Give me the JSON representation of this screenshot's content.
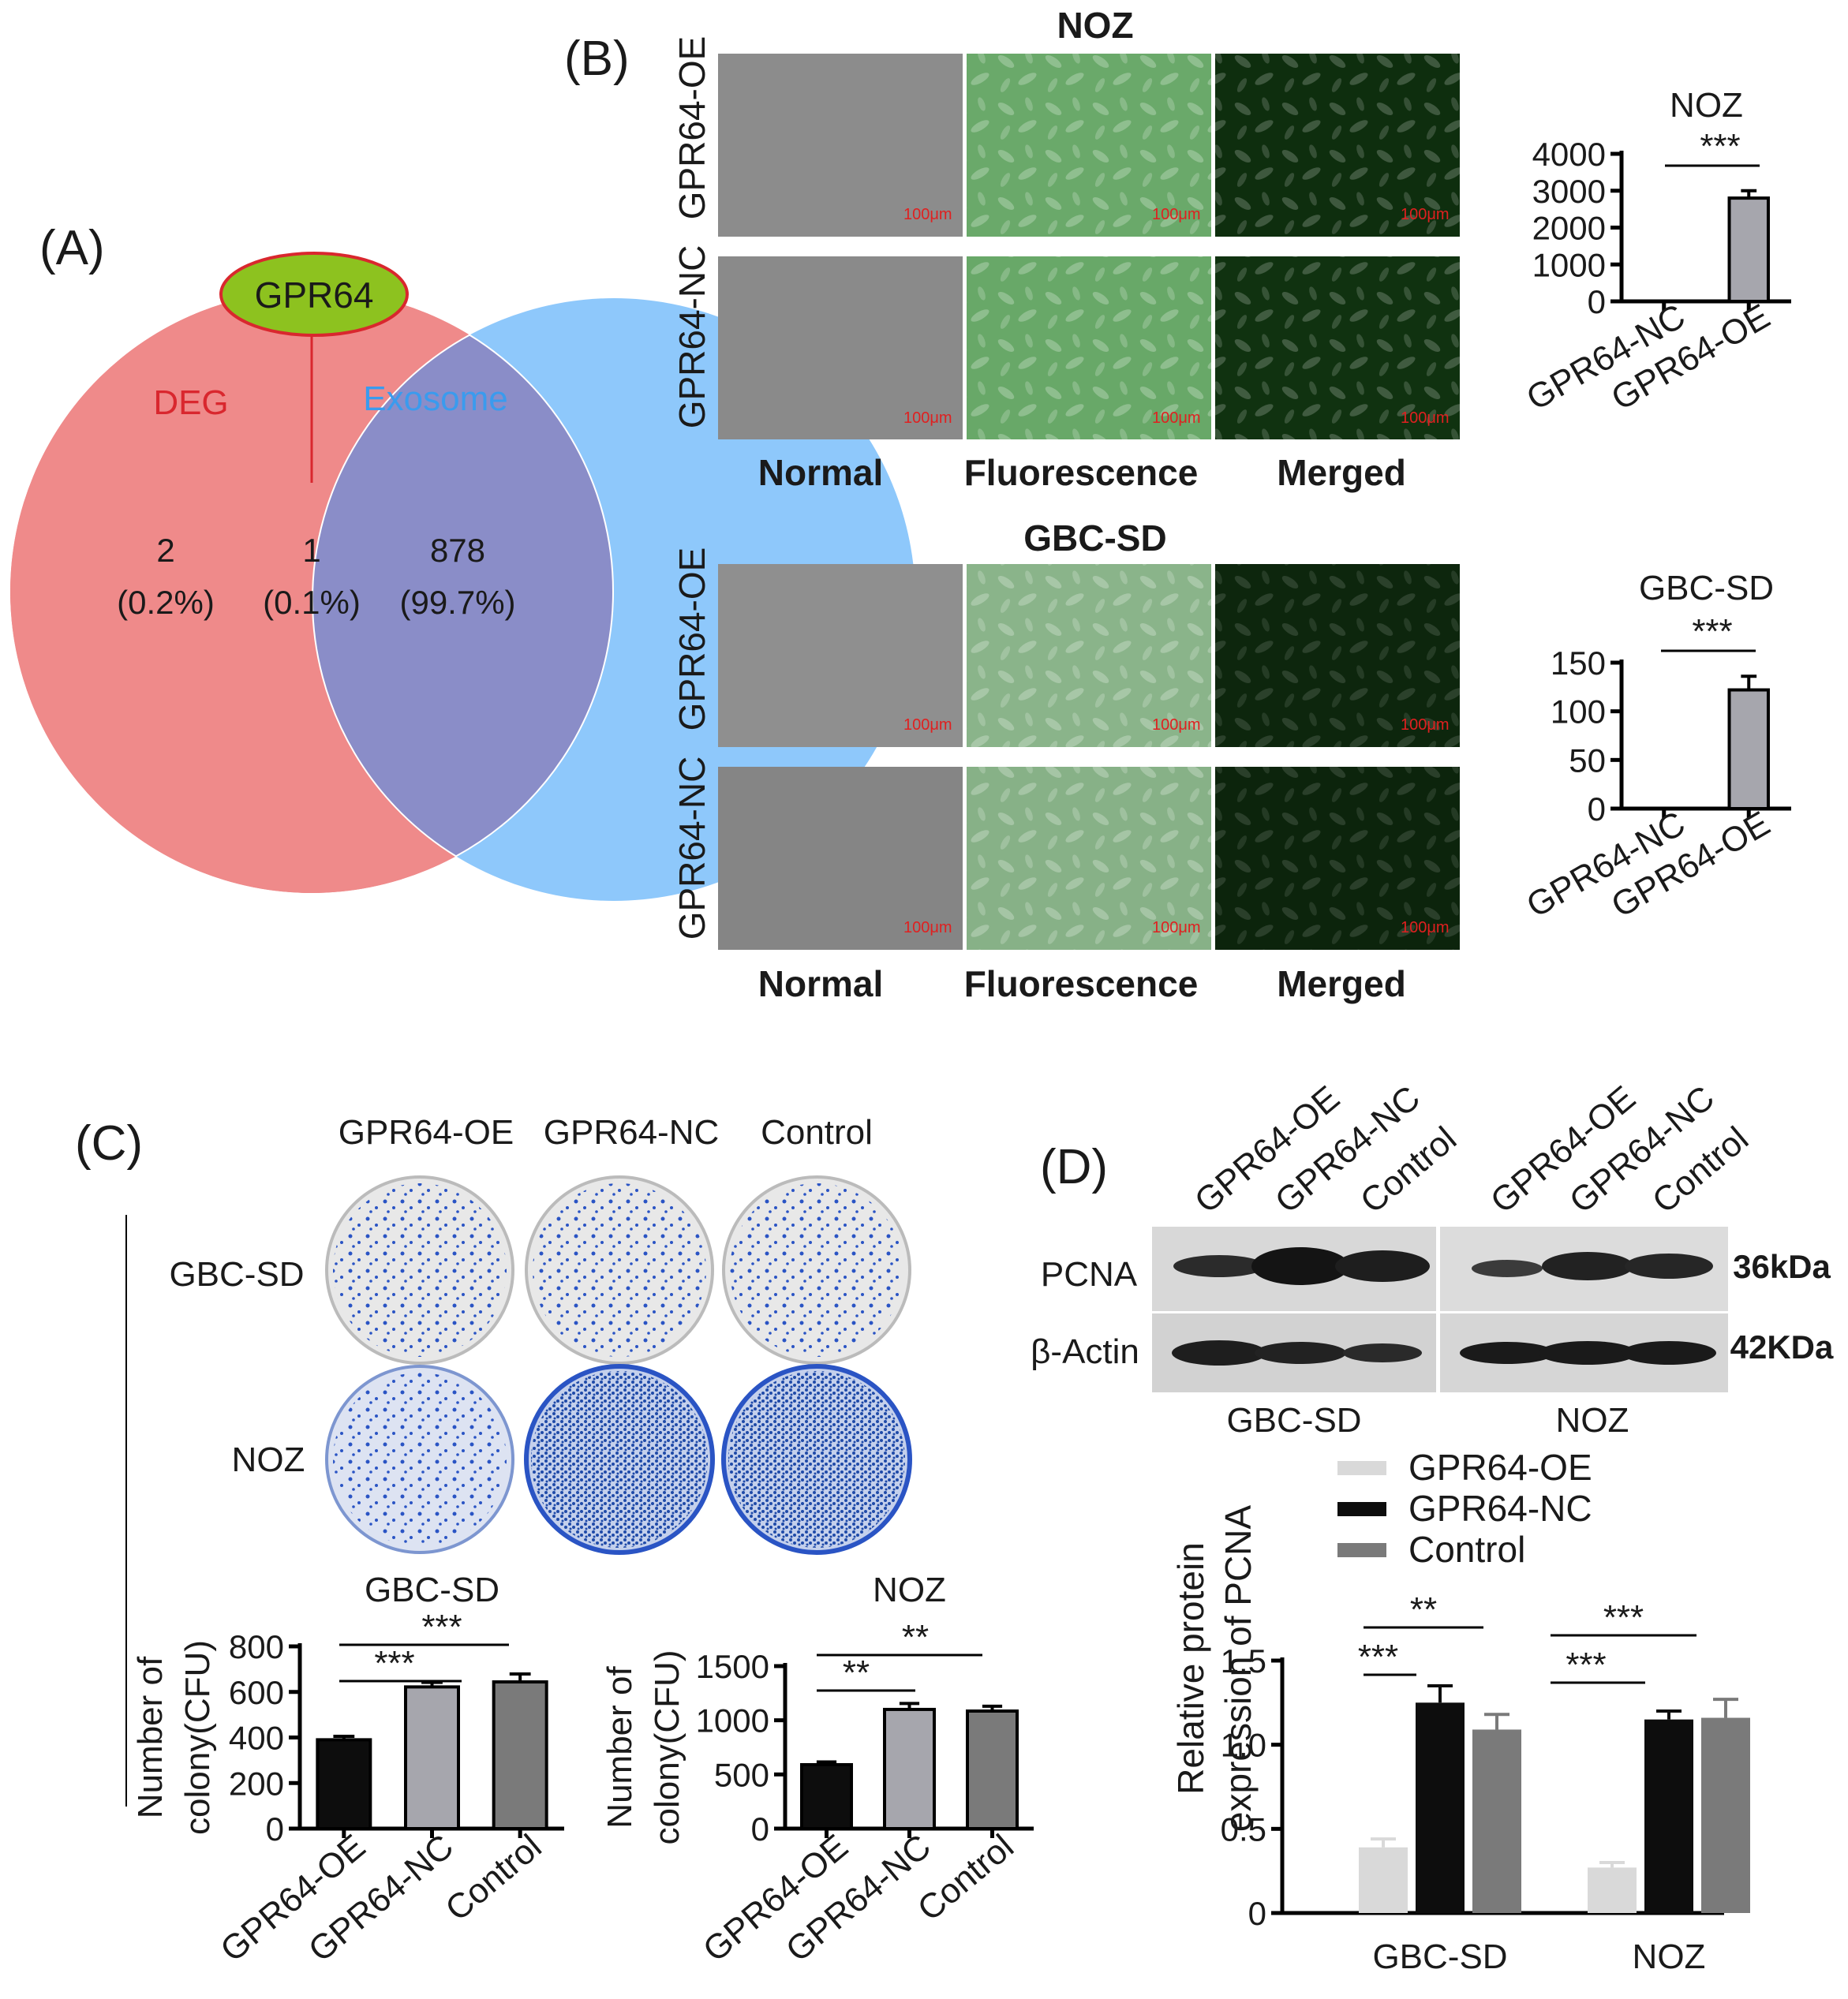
{
  "panels": {
    "A": {
      "label": "(A)",
      "gene": "GPR64",
      "set1_name": "DEG",
      "set2_name": "Exosome",
      "left_count": "2",
      "left_pct": "(0.2%)",
      "mid_count": "1",
      "mid_pct": "(0.1%)",
      "right_count": "878",
      "right_pct": "(99.7%)",
      "colors": {
        "left": "#ef8a8a",
        "right": "#8ec8fb",
        "overlap": "#8a8dc8",
        "gene_fill": "#8dc21f",
        "gene_border": "#d9272e",
        "set1_text": "#d9272e",
        "set2_text": "#3a9bee"
      }
    },
    "B": {
      "label": "(B)",
      "top_title": "NOZ",
      "bottom_title": "GBC-SD",
      "row_oe": "GPR64-OE",
      "row_nc": "GPR64-NC",
      "col_normal": "Normal",
      "col_fluor": "Fluorescence",
      "col_merged": "Merged",
      "scale": "100μm"
    },
    "C": {
      "label": "(C)",
      "col_oe": "GPR64-OE",
      "col_nc": "GPR64-NC",
      "col_ctrl": "Control",
      "row1": "GBC-SD",
      "row2": "NOZ"
    },
    "D": {
      "label": "(D)",
      "lane_oe": "GPR64-OE",
      "lane_nc": "GPR64-NC",
      "lane_ctrl": "Control",
      "band1": "PCNA",
      "band2": "β-Actin",
      "size1": "36kDa",
      "size2": "42KDa",
      "group1": "GBC-SD",
      "group2": "NOZ"
    }
  },
  "chart_data": [
    {
      "type": "bar",
      "title": "NOZ",
      "categories": [
        "GPR64-NC",
        "GPR64-OE"
      ],
      "values": [
        0,
        2800
      ],
      "errors": [
        0,
        200
      ],
      "ylim": [
        0,
        4000
      ],
      "yticks": [
        0,
        1000,
        2000,
        3000,
        4000
      ],
      "significance": "***",
      "color": "#a6a6ad"
    },
    {
      "type": "bar",
      "title": "GBC-SD",
      "categories": [
        "GPR64-NC",
        "GPR64-OE"
      ],
      "values": [
        0,
        122
      ],
      "errors": [
        0,
        14
      ],
      "ylim": [
        0,
        150
      ],
      "yticks": [
        0,
        50,
        100,
        150
      ],
      "significance": "***",
      "color": "#a6a6ad"
    },
    {
      "type": "bar",
      "title": "GBC-SD",
      "ylabel": "Number of colony(CFU)",
      "categories": [
        "GPR64-OE",
        "GPR64-NC",
        "Control"
      ],
      "values": [
        390,
        622,
        644
      ],
      "errors": [
        15,
        20,
        35
      ],
      "ylim": [
        0,
        800
      ],
      "yticks": [
        0,
        200,
        400,
        600,
        800
      ],
      "significance": [
        "***",
        "***"
      ],
      "colors": [
        "#0d0d0d",
        "#a6a6ad",
        "#7a7a7a"
      ]
    },
    {
      "type": "bar",
      "title": "NOZ",
      "ylabel": "Number of colony(CFU)",
      "categories": [
        "GPR64-OE",
        "GPR64-NC",
        "Control"
      ],
      "values": [
        590,
        1100,
        1085
      ],
      "errors": [
        25,
        55,
        45
      ],
      "ylim": [
        0,
        1500
      ],
      "yticks": [
        0,
        500,
        1000,
        1500
      ],
      "significance": [
        "**",
        "**"
      ],
      "colors": [
        "#0d0d0d",
        "#a6a6ad",
        "#7a7a7a"
      ]
    },
    {
      "type": "bar",
      "ylabel": "Relative protein expression of PCNA",
      "categories": [
        "GBC-SD",
        "NOZ"
      ],
      "series": [
        {
          "name": "GPR64-OE",
          "values": [
            0.39,
            0.27
          ],
          "errors": [
            0.05,
            0.03
          ],
          "color": "#d9d9d9"
        },
        {
          "name": "GPR64-NC",
          "values": [
            1.25,
            1.15
          ],
          "errors": [
            0.1,
            0.05
          ],
          "color": "#0d0d0d"
        },
        {
          "name": "Control",
          "values": [
            1.09,
            1.16
          ],
          "errors": [
            0.09,
            0.11
          ],
          "color": "#7a7a7a"
        }
      ],
      "ylim": [
        0,
        1.5
      ],
      "yticks": [
        0,
        0.5,
        1.0,
        1.5
      ],
      "significance": [
        "***",
        "**",
        "***",
        "***"
      ],
      "legend": "top"
    }
  ]
}
